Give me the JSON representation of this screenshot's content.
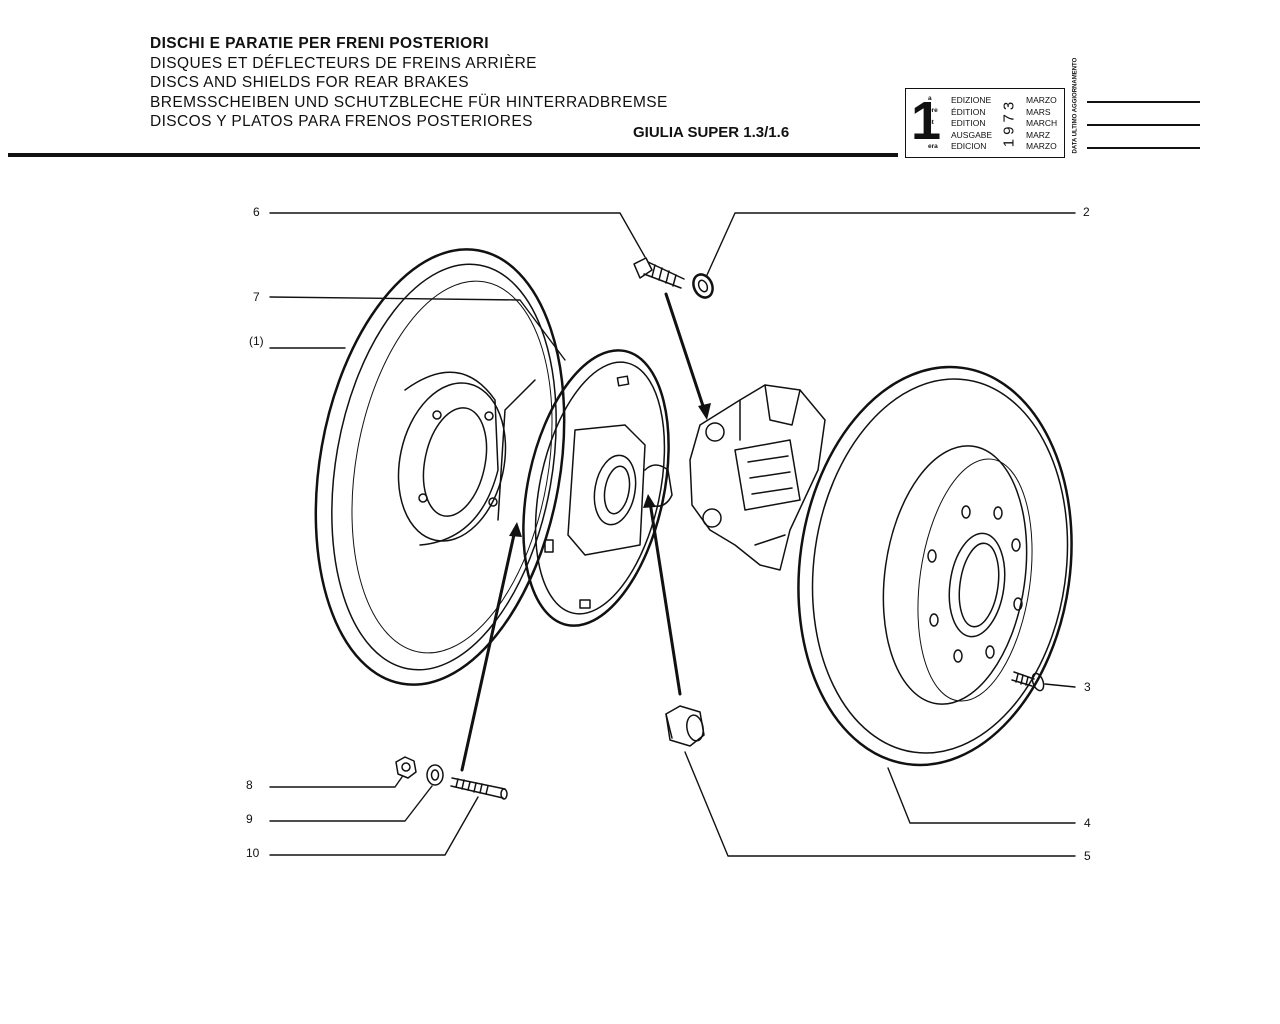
{
  "header": {
    "title_lines": [
      "DISCHI E PARATIE PER FRENI POSTERIORI",
      "DISQUES ET DÉFLECTEURS DE FREINS ARRIÈRE",
      "DISCS AND SHIELDS FOR REAR BRAKES",
      "BREMSSCHEIBEN UND SCHUTZBLECHE FÜR HINTERRADBREMSE",
      "DISCOS Y PLATOS PARA FRENOS POSTERIORES"
    ],
    "model": "GIULIA SUPER 1.3/1.6"
  },
  "edition_box": {
    "number": "1",
    "suffixes": [
      "a",
      "ere",
      "st",
      ".",
      "era"
    ],
    "labels": [
      "EDIZIONE",
      "ÉDITION",
      "EDITION",
      "AUSGABE",
      "EDICION"
    ],
    "year": "1973",
    "months": [
      "MARZO",
      "MARS",
      "MARCH",
      "MARZ",
      "MARZO"
    ],
    "side_label": "DATA ULTIMO AGGIORNAMENTO"
  },
  "callouts": {
    "c1": "(1)",
    "c2": "2",
    "c3": "3",
    "c4": "4",
    "c5": "5",
    "c6": "6",
    "c7": "7",
    "c8": "8",
    "c9": "9",
    "c10": "10"
  }
}
